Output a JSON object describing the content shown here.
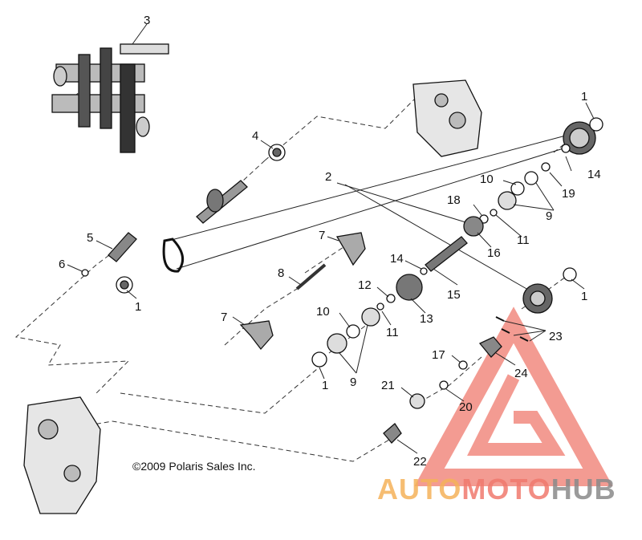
{
  "callouts": {
    "c1a": "1",
    "c1b": "1",
    "c1c": "1",
    "c1d": "1",
    "c2": "2",
    "c3": "3",
    "c4": "4",
    "c5": "5",
    "c6": "6",
    "c7a": "7",
    "c7b": "7",
    "c8": "8",
    "c9a": "9",
    "c9b": "9",
    "c10a": "10",
    "c10b": "10",
    "c11a": "11",
    "c11b": "11",
    "c12": "12",
    "c13": "13",
    "c14a": "14",
    "c14b": "14",
    "c15": "15",
    "c16": "16",
    "c17": "17",
    "c18": "18",
    "c19": "19",
    "c20": "20",
    "c21": "21",
    "c22": "22",
    "c23": "23",
    "c24": "24"
  },
  "copyright": "©2009 Polaris Sales Inc.",
  "watermark": {
    "part1": "AUTO",
    "part2": "MOTO",
    "part3": "HUB",
    "color_main": "#f07a6e",
    "color_alt": "#f5b25a",
    "color_gray": "#8a8a8a"
  }
}
